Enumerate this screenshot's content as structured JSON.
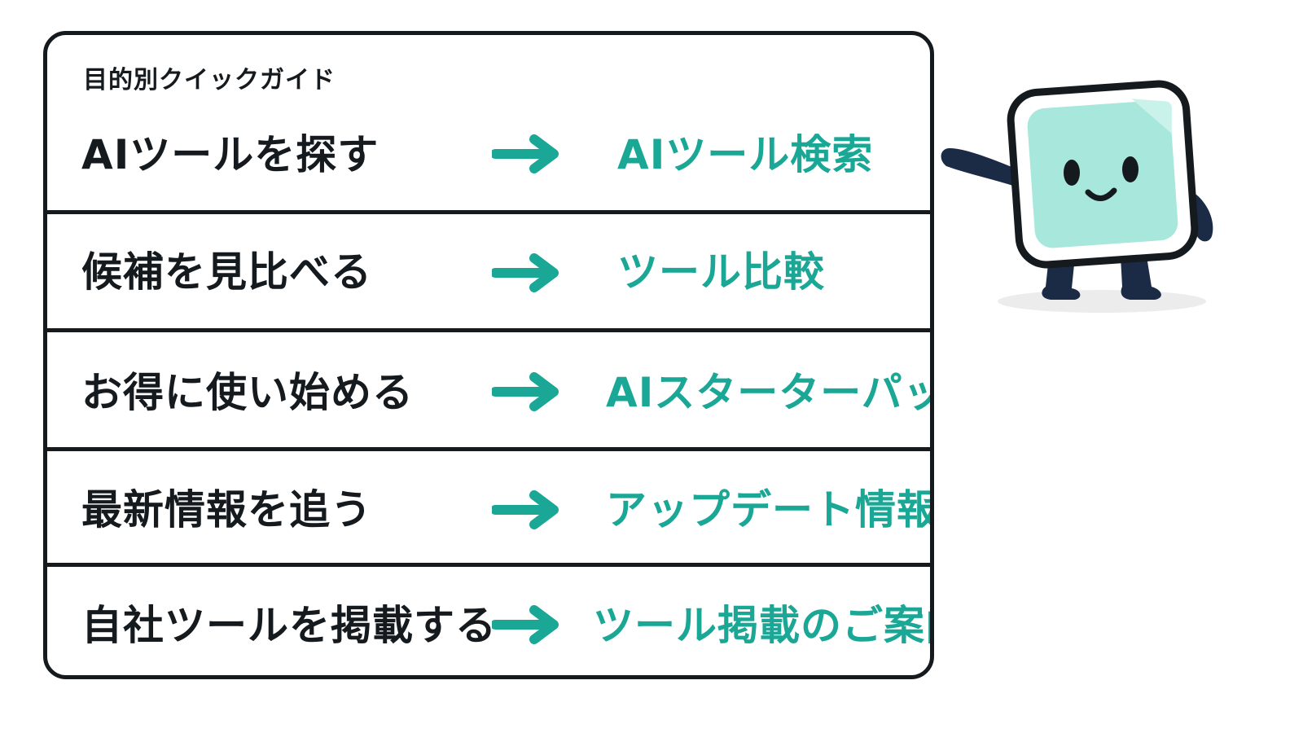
{
  "guide": {
    "title": "目的別クイックガイド",
    "rows": [
      {
        "goal": "AIツールを探す",
        "destination": "AIツール検索"
      },
      {
        "goal": "候補を見比べる",
        "destination": "ツール比較"
      },
      {
        "goal": "お得に使い始める",
        "destination": "AIスターターパック"
      },
      {
        "goal": "最新情報を追う",
        "destination": "アップデート情報"
      },
      {
        "goal": "自社ツールを掲載する",
        "destination": "ツール掲載のご案内"
      }
    ]
  },
  "colors": {
    "accent": "#1aa795",
    "ink": "#151a1f",
    "mascot_face": "#a8e8dc"
  },
  "icons": {
    "arrow": "arrow-right-icon",
    "mascot": "mascot-character"
  }
}
